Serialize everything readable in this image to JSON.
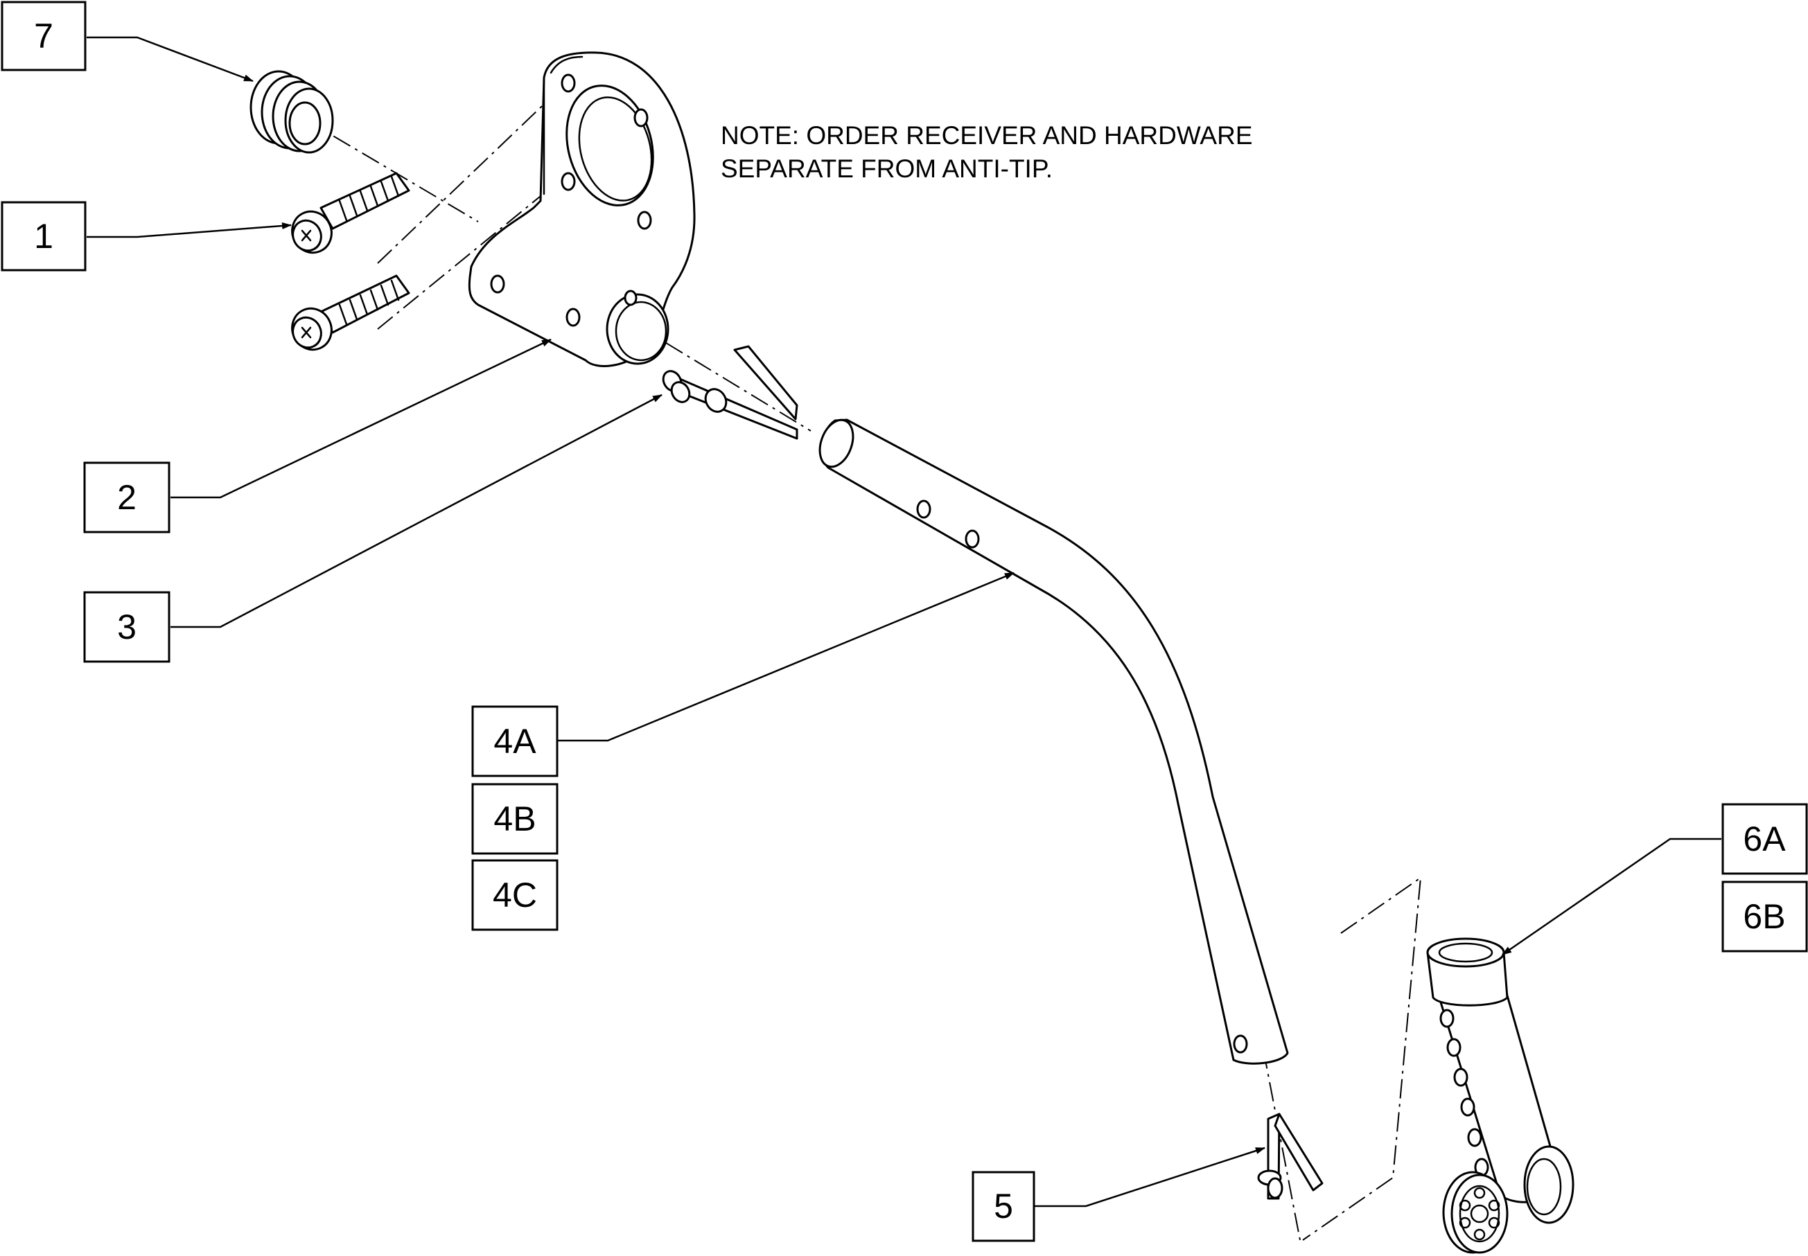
{
  "note": {
    "line1": "NOTE: ORDER RECEIVER AND HARDWARE",
    "line2": "SEPARATE FROM ANTI-TIP."
  },
  "callouts": {
    "c1": "1",
    "c2": "2",
    "c3": "3",
    "c4a": "4A",
    "c4b": "4B",
    "c4c": "4C",
    "c5": "5",
    "c6a": "6A",
    "c6b": "6B",
    "c7": "7"
  },
  "parts": {
    "c1": "socket-head-screw",
    "c2": "anti-tip-receiver",
    "c3": "release-pin",
    "c4a": "anti-tip-tube",
    "c5": "release-pin",
    "c6a": "anti-tip-wheel-assembly",
    "c7": "plug-cap"
  }
}
